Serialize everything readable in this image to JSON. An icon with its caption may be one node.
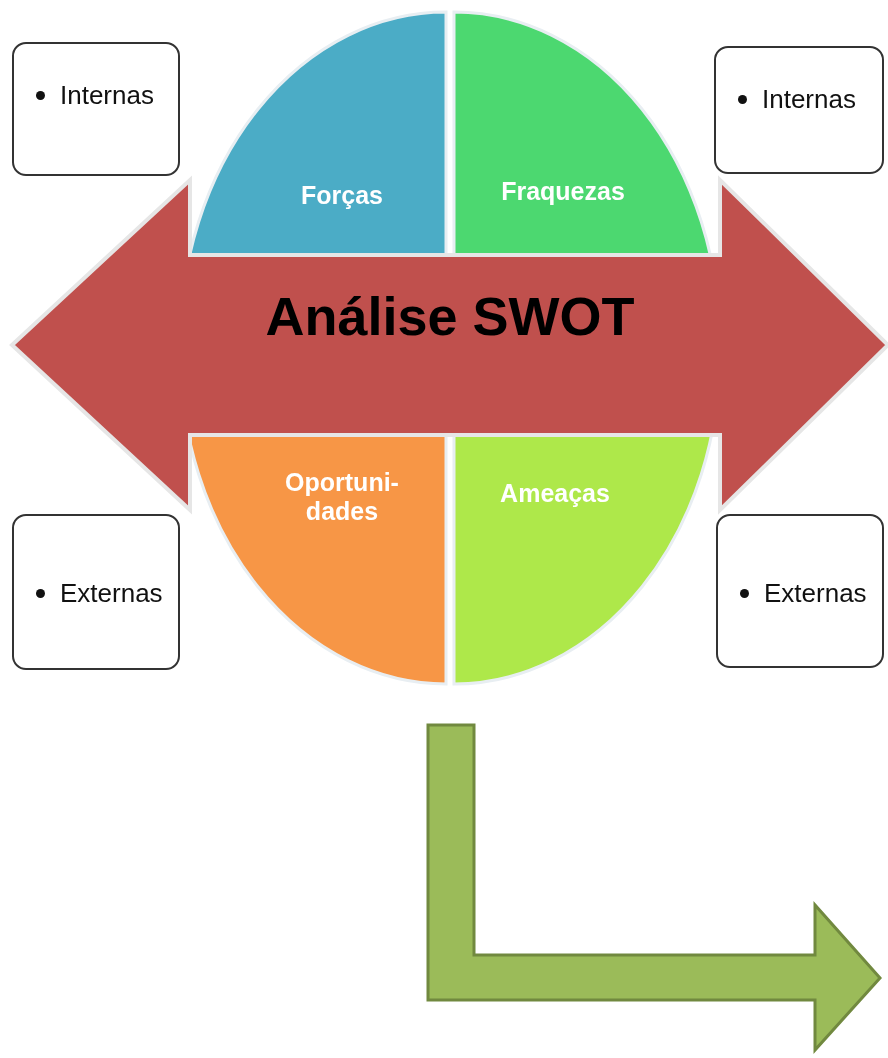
{
  "diagram": {
    "nodes": [
      {
        "text": [
          "Internas"
        ]
      },
      {
        "text": [
          "Forças"
        ]
      },
      {
        "text": [
          "Fraquezas"
        ]
      },
      {
        "text": [
          "Internas"
        ]
      },
      {
        "text": [
          "Análise SWOT"
        ]
      },
      {
        "text": [
          "Externas"
        ]
      },
      {
        "text": [
          "Oportuni-dades"
        ]
      },
      {
        "text": [
          "Ameaças"
        ]
      },
      {
        "text": [
          "Externas"
        ]
      }
    ]
  }
}
